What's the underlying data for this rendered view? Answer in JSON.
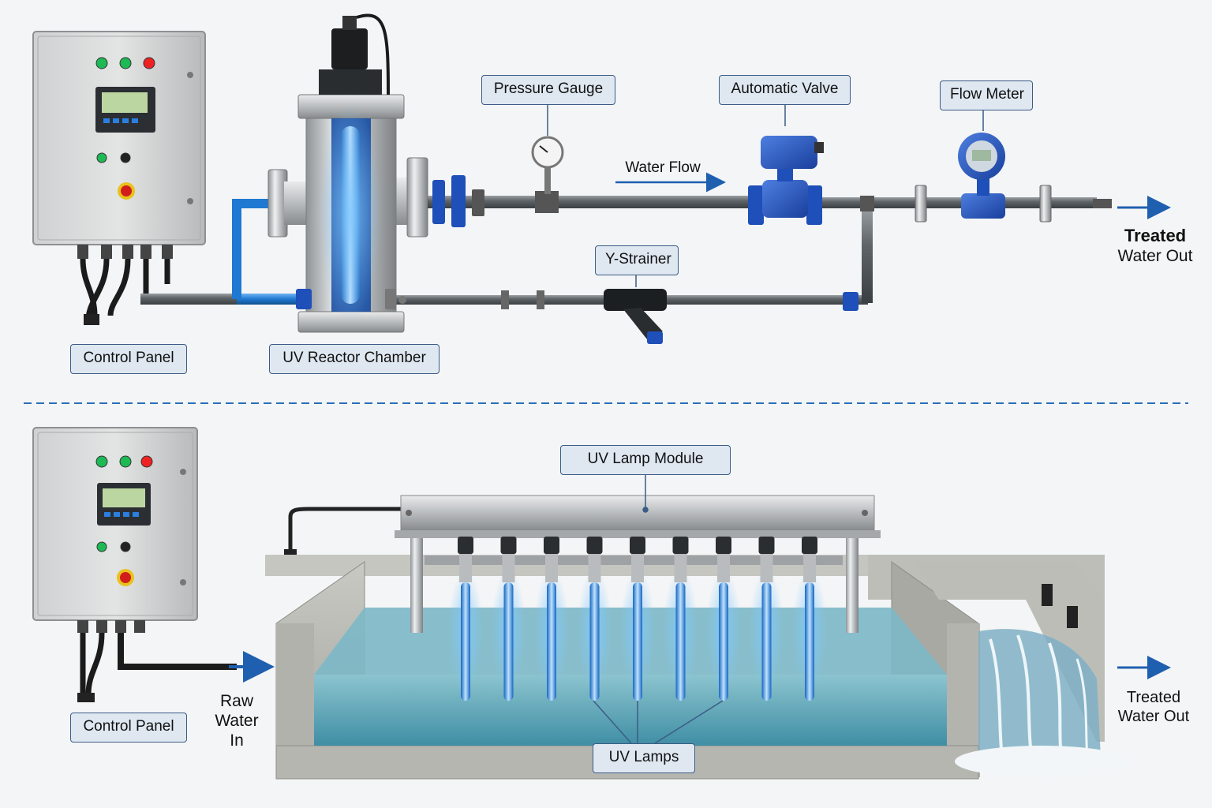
{
  "top_system": {
    "labels": {
      "control_panel": "Control Panel",
      "uv_reactor": "UV Reactor Chamber",
      "pressure_gauge": "Pressure Gauge",
      "automatic_valve": "Automatic Valve",
      "flow_meter": "Flow Meter",
      "y_strainer": "Y-Strainer",
      "water_flow": "Water Flow",
      "treated_out_line1": "Treated",
      "treated_out_line2": "Water Out"
    }
  },
  "bottom_system": {
    "labels": {
      "control_panel": "Control Panel",
      "uv_lamp_module": "UV Lamp Module",
      "uv_lamps": "UV Lamps",
      "raw_in_line1": "Raw",
      "raw_in_line2": "Water",
      "raw_in_line3": "In",
      "treated_out_line1": "Treated",
      "treated_out_line2": "Water Out"
    },
    "lamp_count": 9
  },
  "colors": {
    "pipe_blue": "#1f78d1",
    "uv_glow": "#3aa0ff",
    "steel": "#c9ccce",
    "concrete": "#b9b9b4",
    "water": "#5fa9bc",
    "label_bg": "#dfe7f1",
    "label_border": "#3b5c86",
    "divider": "#2a6fb8",
    "arrow": "#1f5fb0"
  }
}
